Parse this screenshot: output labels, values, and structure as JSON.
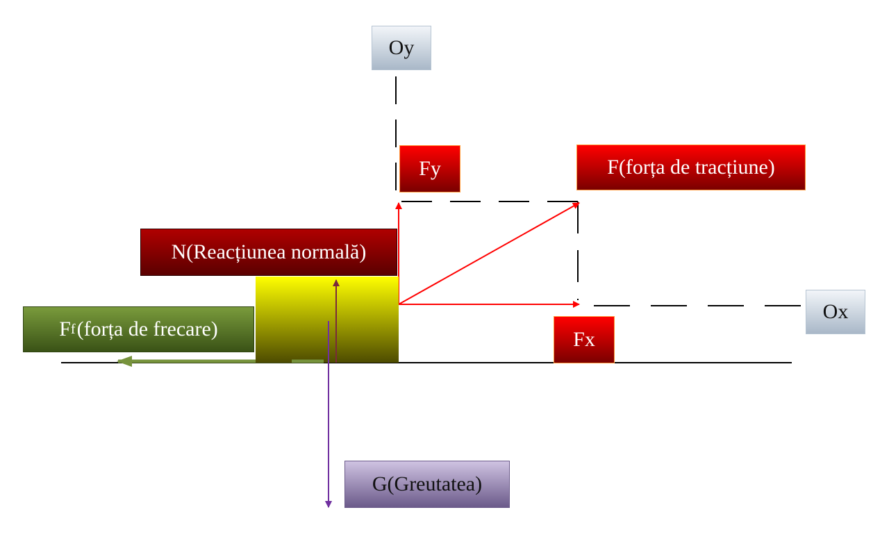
{
  "labels": {
    "oy": "Oy",
    "ox": "Ox",
    "fy": "Fy",
    "fx": "Fx",
    "traction": "F(forța de tracțiune)",
    "normal": "N(Reacțiunea normală)",
    "friction_symbol": "F",
    "friction_subscript": "f",
    "friction_text": "(forța de frecare)",
    "weight": "G(Greutatea)"
  },
  "colors": {
    "force_red": "#ff0000",
    "normal_arrow": "#7a2a3a",
    "weight_arrow": "#7030a0",
    "friction_arrow": "#77933c",
    "block": "#ffff00"
  }
}
